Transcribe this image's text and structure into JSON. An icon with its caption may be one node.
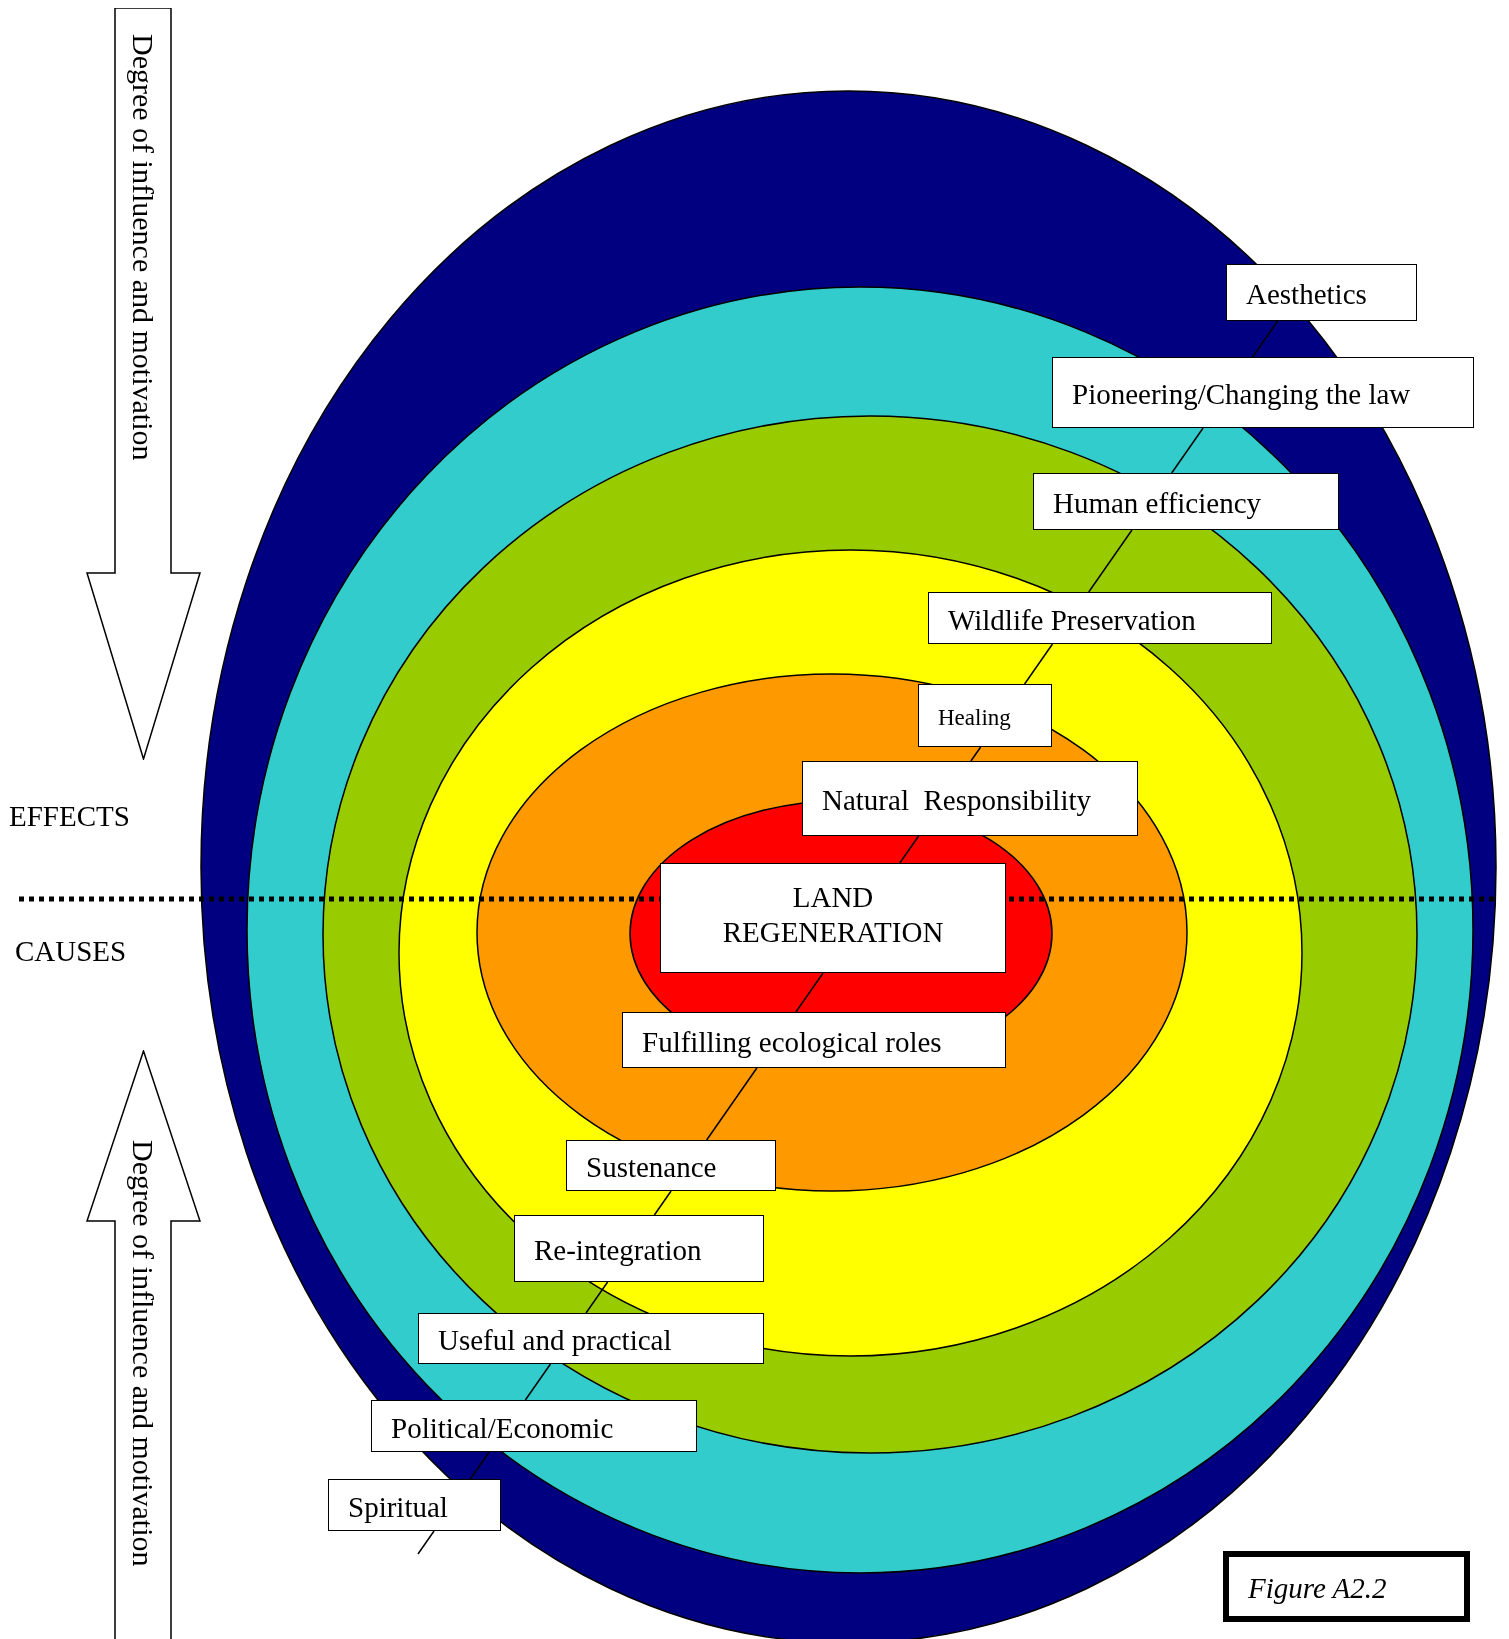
{
  "diagram": {
    "nodes": [
      {
        "text": [
          "Degree of influence and motivation"
        ]
      },
      {
        "text": [
          "Aesthetics"
        ]
      },
      {
        "text": [
          "Pioneering/Changing the law"
        ]
      },
      {
        "text": [
          "Human efficiency"
        ]
      },
      {
        "text": [
          "Wildlife Preservation"
        ]
      },
      {
        "text": [
          "Healing"
        ]
      },
      {
        "text": [
          "Natural  Responsibility"
        ]
      },
      {
        "text": [
          "LAND REGENERATION"
        ]
      },
      {
        "text": [
          "Fulfilling ecological roles"
        ]
      },
      {
        "text": [
          "Sustenance"
        ]
      },
      {
        "text": [
          "Re-integration"
        ]
      },
      {
        "text": [
          "Useful and practical"
        ]
      },
      {
        "text": [
          "Political/Economic"
        ]
      },
      {
        "text": [
          "Spiritual"
        ]
      },
      {
        "text": [
          "Degree of influence and motivation"
        ]
      },
      {
        "text": [
          "Figure A2.2"
        ]
      }
    ],
    "edges": [
      {
        "from": 1,
        "to": 2,
        "arrow": "none"
      },
      {
        "from": 2,
        "to": 3,
        "arrow": "none"
      },
      {
        "from": 3,
        "to": 4,
        "arrow": "none"
      },
      {
        "from": 4,
        "to": 5,
        "arrow": "none"
      },
      {
        "from": 5,
        "to": 6,
        "arrow": "none"
      },
      {
        "from": 6,
        "to": 7,
        "arrow": "none"
      },
      {
        "from": 7,
        "to": 8,
        "arrow": "none"
      },
      {
        "from": 8,
        "to": 9,
        "arrow": "none"
      },
      {
        "from": 9,
        "to": 10,
        "arrow": "none"
      },
      {
        "from": 10,
        "to": 11,
        "arrow": "none"
      },
      {
        "from": 11,
        "to": 12,
        "arrow": "none"
      },
      {
        "from": 12,
        "to": 13,
        "arrow": "none"
      },
      {
        "from": 13,
        "to": null,
        "arrow": "none"
      }
    ],
    "labels": [
      "EFFECTS",
      "CAUSES"
    ]
  }
}
